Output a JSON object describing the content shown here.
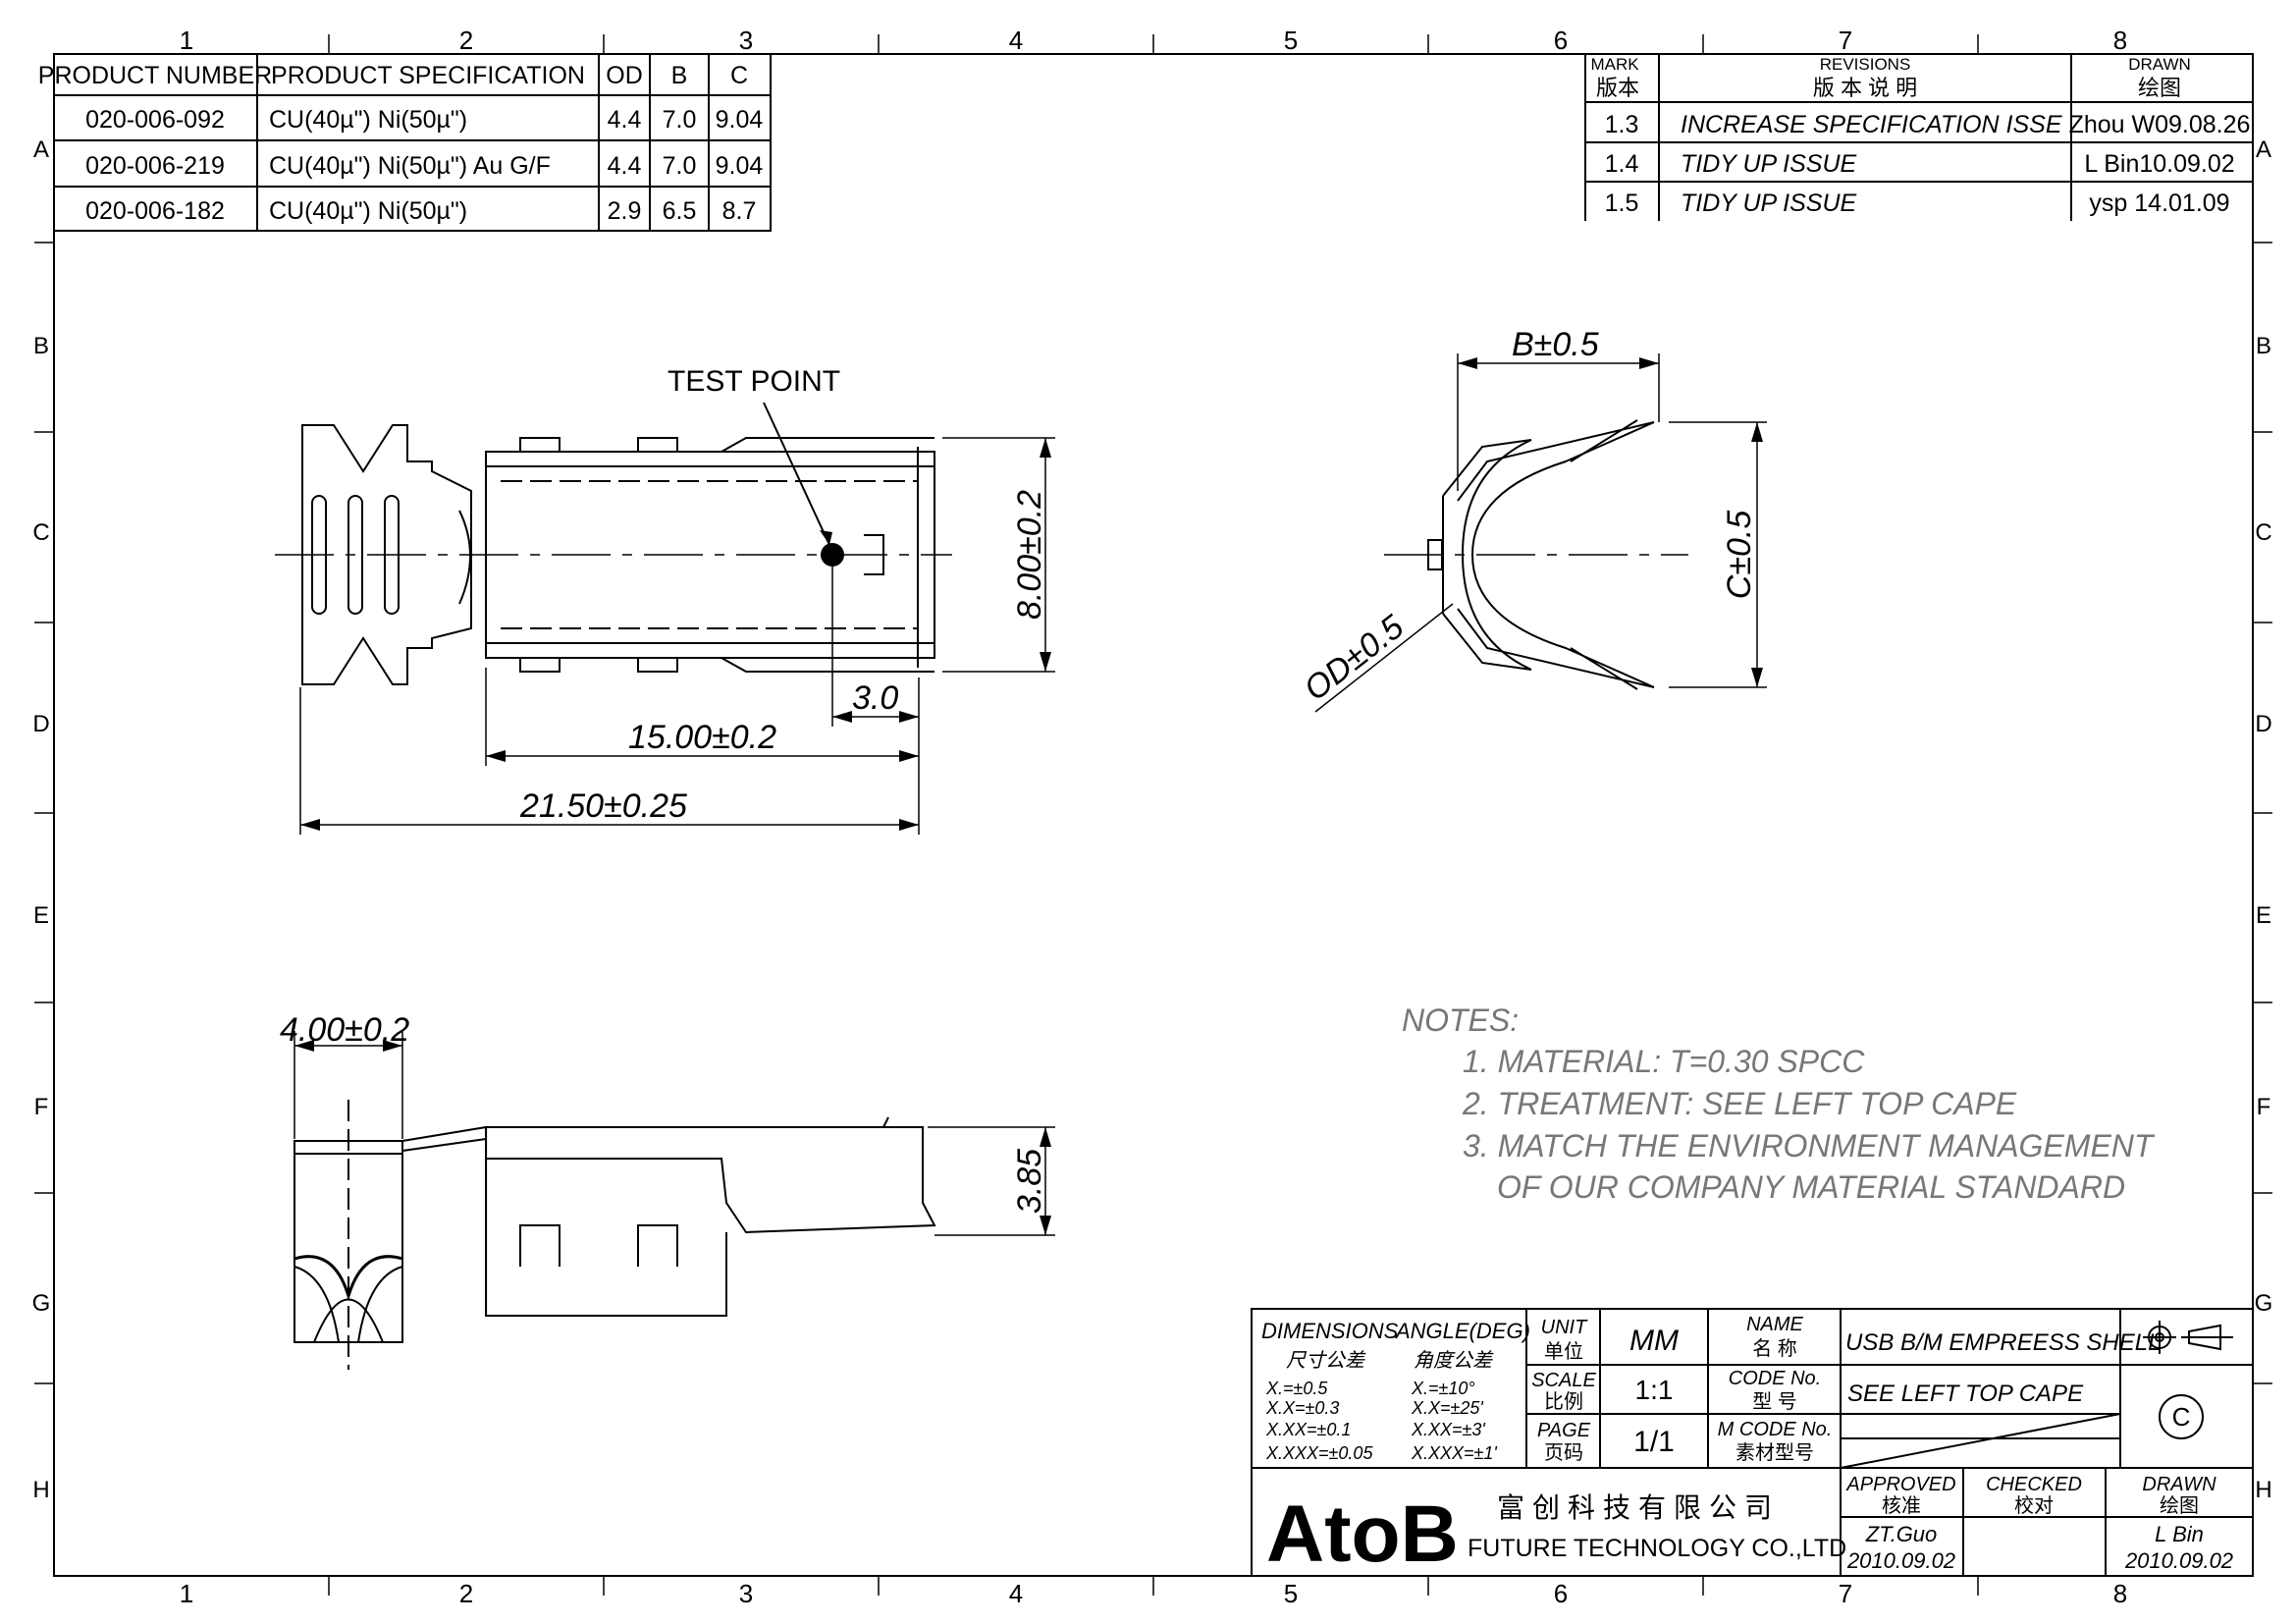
{
  "grid": {
    "columns": [
      "1",
      "2",
      "3",
      "4",
      "5",
      "6",
      "7",
      "8"
    ],
    "rows": [
      "A",
      "B",
      "C",
      "D",
      "E",
      "F",
      "G",
      "H"
    ]
  },
  "spec_table": {
    "headers": [
      "PRODUCT NUMBER",
      "PRODUCT SPECIFICATION",
      "OD",
      "B",
      "C"
    ],
    "rows": [
      [
        "020-006-092",
        "CU(40µ\") Ni(50µ\")",
        "4.4",
        "7.0",
        "9.04"
      ],
      [
        "020-006-219",
        "CU(40µ\") Ni(50µ\") Au G/F",
        "4.4",
        "7.0",
        "9.04"
      ],
      [
        "020-006-182",
        "CU(40µ\") Ni(50µ\")",
        "2.9",
        "6.5",
        "8.7"
      ]
    ]
  },
  "revisions": {
    "mark_header": "MARK",
    "mark_header_cn": "版本",
    "rev_header": "REVISIONS",
    "rev_header_cn": "版 本 说 明",
    "drawn_header": "DRAWN",
    "drawn_header_cn": "绘图",
    "rows": [
      [
        "1.3",
        "INCREASE SPECIFICATION ISSE",
        "Zhou W09.08.26"
      ],
      [
        "1.4",
        "TIDY UP ISSUE",
        "L Bin10.09.02"
      ],
      [
        "1.5",
        "TIDY UP ISSUE",
        "ysp 14.01.09"
      ]
    ]
  },
  "drawing": {
    "test_point": "TEST POINT",
    "dim_height": "8.00±0.2",
    "dim_offset": "3.0",
    "dim_body_len": "15.00±0.2",
    "dim_total_len": "21.50±0.25",
    "dim_b": "B±0.5",
    "dim_c": "C±0.5",
    "dim_od": "OD±0.5",
    "dim_width": "4.00±0.2",
    "dim_side_h": "3.85"
  },
  "notes": {
    "title": "NOTES:",
    "lines": [
      "1. MATERIAL: T=0.30 SPCC",
      "2. TREATMENT: SEE LEFT TOP CAPE",
      "3. MATCH THE ENVIRONMENT MANAGEMENT",
      "OF OUR COMPANY MATERIAL STANDARD"
    ]
  },
  "title_block": {
    "dimensions": "DIMENSIONS",
    "dimensions_cn": "尺寸公差",
    "angle": "ANGLE(DEG)",
    "angle_cn": "角度公差",
    "tol_dim": [
      "X.=±0.5",
      "X.X=±0.3",
      "X.XX=±0.1",
      "X.XXX=±0.05"
    ],
    "tol_ang": [
      "X.=±10°",
      "X.X=±25'",
      "X.XX=±3'",
      "X.XXX=±1'"
    ],
    "unit": "UNIT",
    "unit_cn": "单位",
    "unit_value": "MM",
    "scale": "SCALE",
    "scale_cn": "比例",
    "scale_value": "1:1",
    "page": "PAGE",
    "page_cn": "页码",
    "page_value": "1/1",
    "name": "NAME",
    "name_cn": "名    称",
    "name_value": "USB B/M EMPREESS SHELL",
    "code": "CODE No.",
    "code_cn": "型    号",
    "code_value": "SEE LEFT TOP CAPE",
    "mcode": "M CODE No.",
    "mcode_cn": "素材型号",
    "logo": "AtoB",
    "company_cn": "富创科技有限公司",
    "company": "FUTURE TECHNOLOGY CO.,LTD",
    "approved": "APPROVED",
    "approved_cn": "核准",
    "checked": "CHECKED",
    "checked_cn": "校对",
    "drawn": "DRAWN",
    "drawn_cn": "绘图",
    "approved_by": "ZT.Guo",
    "approved_date": "2010.09.02",
    "drawn_by": "L Bin",
    "drawn_date": "2010.09.02",
    "copyright": "C"
  }
}
